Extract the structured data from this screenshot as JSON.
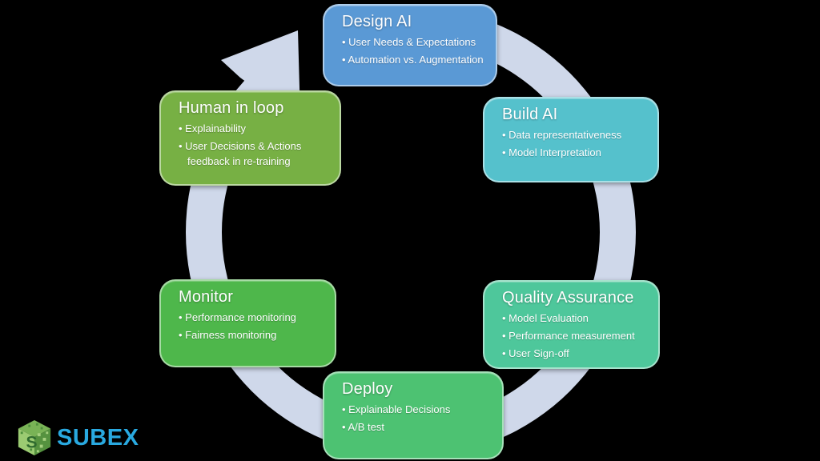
{
  "canvas": {
    "background": "#000000"
  },
  "cycle": {
    "name": "ai-lifecycle",
    "direction": "clockwise",
    "arrow_color": "#CFD8EA"
  },
  "stages": [
    {
      "id": "design-ai",
      "title": "Design AI",
      "color": "#5A99D5",
      "bullets": [
        "User Needs & Expectations",
        "Automation vs. Augmentation"
      ]
    },
    {
      "id": "build-ai",
      "title": "Build AI",
      "color": "#55C1CC",
      "bullets": [
        "Data representativeness",
        "Model Interpretation"
      ]
    },
    {
      "id": "quality-assurance",
      "title": "Quality Assurance",
      "color": "#4EC79B",
      "bullets": [
        "Model Evaluation",
        "Performance measurement",
        "User Sign-off"
      ]
    },
    {
      "id": "deploy",
      "title": "Deploy",
      "color": "#4DC272",
      "bullets": [
        "Explainable Decisions",
        "A/B test"
      ]
    },
    {
      "id": "monitor",
      "title": "Monitor",
      "color": "#4EB74B",
      "bullets": [
        "Performance monitoring",
        "Fairness monitoring"
      ]
    },
    {
      "id": "human-in-loop",
      "title": "Human in loop",
      "color": "#77B044",
      "bullets": [
        "Explainability",
        "User Decisions & Actions feedback in re-training"
      ]
    }
  ],
  "logo": {
    "text": "SUBEX",
    "text_color": "#29A9E0",
    "icon": "pixel-cube",
    "icon_colors": {
      "top": "#79B356",
      "left": "#9BCB72",
      "right": "#55923F",
      "glyph": "#2F6B2F"
    }
  }
}
